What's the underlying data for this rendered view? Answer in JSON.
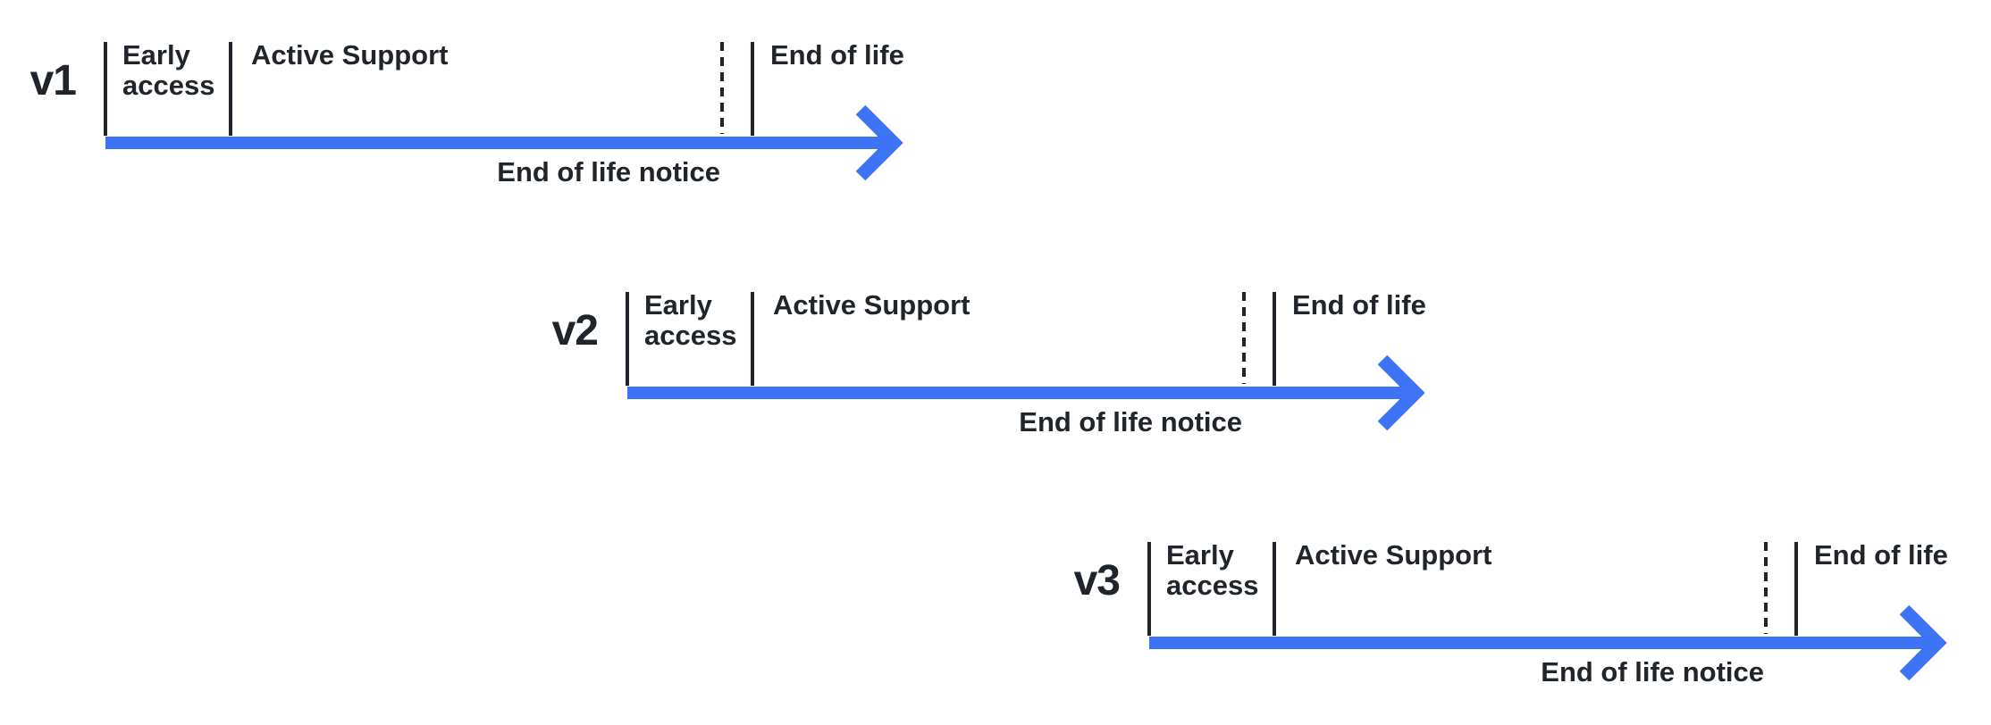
{
  "diagram": {
    "type": "version-lifecycle-timelines",
    "colors": {
      "timeline_arrow_blue": "#3D73F5",
      "ink": "#20242B",
      "background": "#ffffff"
    },
    "rows": [
      {
        "version": "v1",
        "early_access_label": "Early access",
        "active_support_label": "Active Support",
        "end_of_life_label": "End of life",
        "end_of_life_notice_label": "End of life notice"
      },
      {
        "version": "v2",
        "early_access_label": "Early access",
        "active_support_label": "Active Support",
        "end_of_life_label": "End of life",
        "end_of_life_notice_label": "End of life notice"
      },
      {
        "version": "v3",
        "early_access_label": "Early access",
        "active_support_label": "Active Support",
        "end_of_life_label": "End of life",
        "end_of_life_notice_label": "End of life notice"
      }
    ]
  }
}
